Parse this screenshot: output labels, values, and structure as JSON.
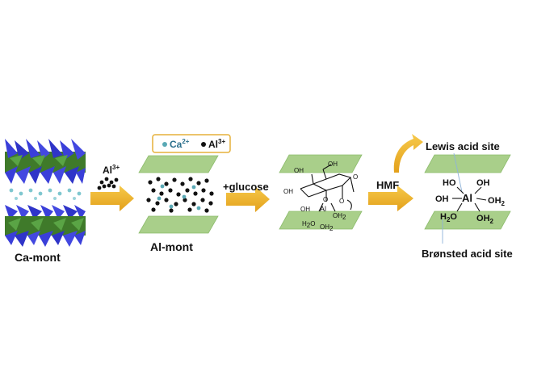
{
  "ca_mont": {
    "label": "Ca-mont"
  },
  "al_mont": {
    "label": "Al-mont"
  },
  "step1": {
    "label": "Al",
    "sup": "3+"
  },
  "legend": {
    "ca_label": "Ca",
    "ca_sup": "2+",
    "al_label": "Al",
    "al_sup": "3+"
  },
  "step2": {
    "label": "+glucose"
  },
  "step3": {
    "label": "HMF"
  },
  "glucose_complex": {
    "oh": "OH",
    "o": "O",
    "al": "Al",
    "h": "H",
    "two": "2"
  },
  "acid_complex": {
    "lewis": "Lewis acid site",
    "bronsted": "Brønsted acid site",
    "ho": "HO",
    "oh": "OH",
    "al": "Al",
    "h": "H",
    "o": "O",
    "two": "2"
  },
  "colors": {
    "tetrahedra": "#3a3fd9",
    "octahedra": "#3f7a2a",
    "layer_plate": "#a9cf8a",
    "arrow": "#f0b429",
    "ca_dot": "#5aa9b5",
    "al_dot": "#111111"
  },
  "icons": [
    "right-arrow-icon",
    "curved-arrow-icon",
    "clay-layer-icon"
  ]
}
